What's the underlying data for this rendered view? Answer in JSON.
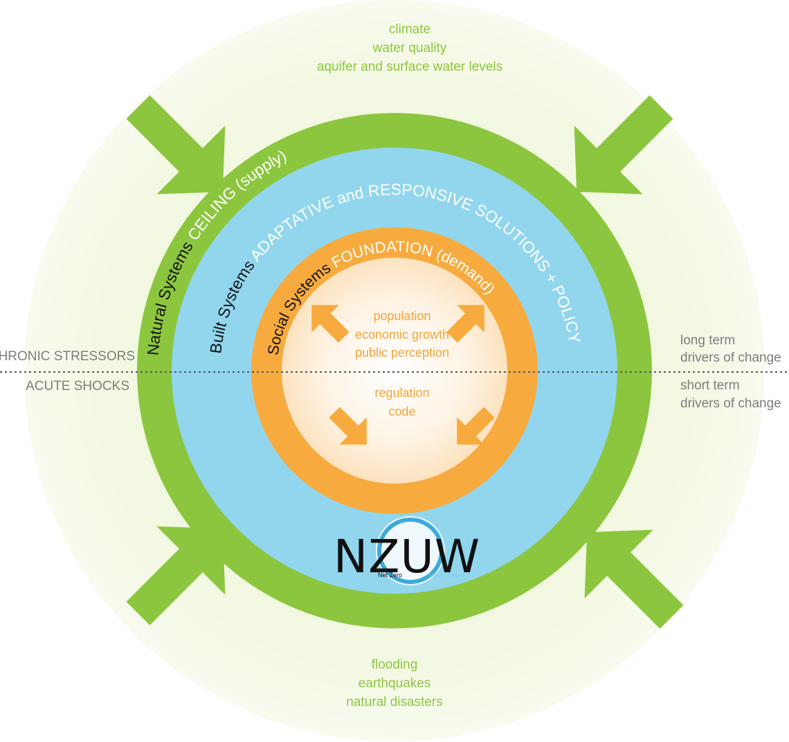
{
  "outer_top_lines": [
    "climate",
    "water quality",
    "aquifer and surface water levels"
  ],
  "outer_bottom_lines": [
    "flooding",
    "earthquakes",
    "natural disasters"
  ],
  "left_labels": {
    "upper": "CHRONIC STRESSORS",
    "lower": "ACUTE SHOCKS"
  },
  "right_labels": {
    "upper": [
      "long term",
      "drivers of change"
    ],
    "lower": [
      "short term",
      "drivers of change"
    ]
  },
  "natural_ring": {
    "prefix": "Natural Systems ",
    "highlight": "CEILING (supply)"
  },
  "built_ring": {
    "prefix": "Built Systems ",
    "highlight": "ADAPTATIVE and RESPONSIVE SOLUTIONS + POLICY"
  },
  "social_ring": {
    "prefix": "Social Systems ",
    "highlight": "FOUNDATION (demand)"
  },
  "core_upper_lines": [
    "population",
    "economic growth",
    "public perception"
  ],
  "core_lower_lines": [
    "regulation",
    "code"
  ],
  "logo": {
    "wordmark": "NZUW",
    "tagline_dark": "Net Zero",
    "tagline_light": "Urban Water"
  },
  "colors": {
    "outer_halo": "#f3f8e4",
    "natural_green": "#8cc63f",
    "built_blue": "#92d6ee",
    "social_orange": "#f7ab3e",
    "core_cream": "#fdf0dc",
    "label_gray": "#7d7d7d"
  }
}
